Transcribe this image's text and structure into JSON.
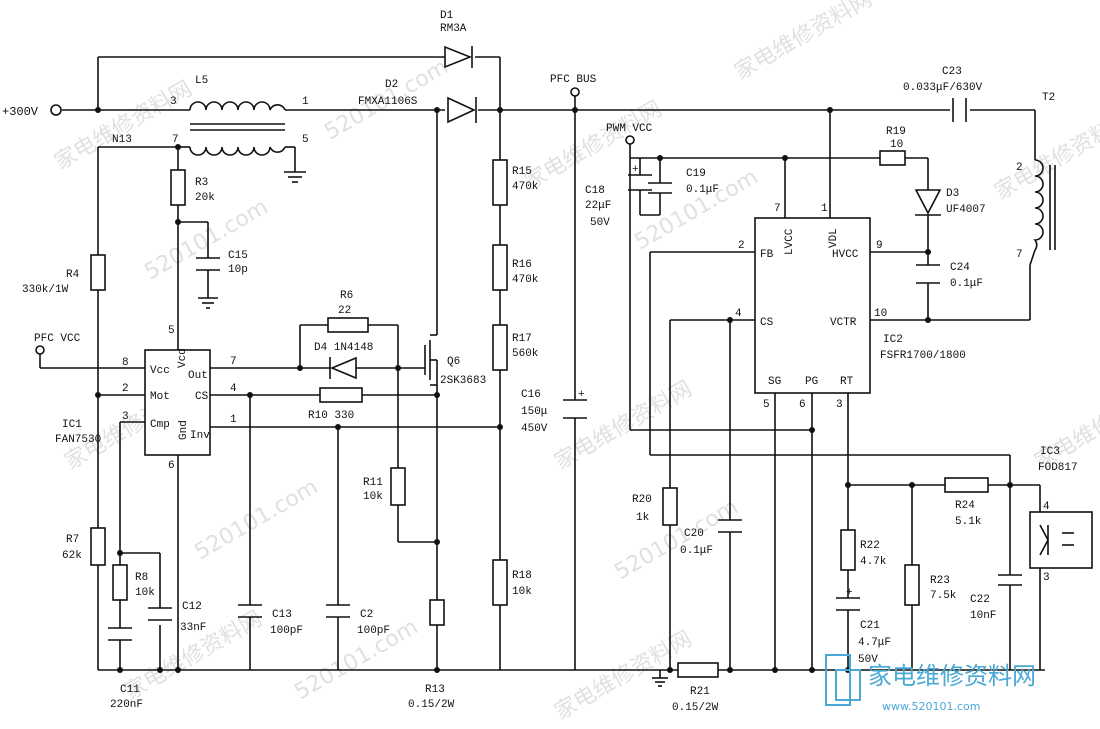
{
  "nodes": {
    "input": "+300V",
    "pfc_bus": "PFC BUS",
    "pwm_vcc": "PWM VCC",
    "pfc_vcc": "PFC VCC"
  },
  "ic1": {
    "ref": "IC1",
    "part": "FAN7530",
    "pins": {
      "vcc": "Vcc",
      "out": "Out",
      "mot": "Mot",
      "cs": "CS",
      "cmp": "Cmp",
      "inv": "Inv",
      "vcd": "Vcd",
      "gnd": "Gnd"
    },
    "nums": {
      "p8": "8",
      "p7": "7",
      "p2": "2",
      "p4": "4",
      "p3": "3",
      "p1": "1",
      "p5": "5",
      "p6": "6"
    }
  },
  "ic2": {
    "ref": "IC2",
    "part": "FSFR1700/1800",
    "pins": {
      "fb": "FB",
      "lvcc": "LVCC",
      "vdl": "VDL",
      "hvcc": "HVCC",
      "cs": "CS",
      "vctr": "VCTR",
      "sg": "SG",
      "pg": "PG",
      "rt": "RT"
    },
    "nums": {
      "p2": "2",
      "p7": "7",
      "p1": "1",
      "p9": "9",
      "p4": "4",
      "p10": "10",
      "p5": "5",
      "p6": "6",
      "p3": "3"
    }
  },
  "ic3": {
    "ref": "IC3",
    "part": "FOD817",
    "p4": "4",
    "p3": "3"
  },
  "l5": {
    "ref": "L5",
    "n3": "3",
    "n1": "1",
    "n7": "7",
    "n5": "5",
    "n13": "N13"
  },
  "t2": {
    "ref": "T2",
    "n2": "2",
    "n7": "7"
  },
  "q6": {
    "ref": "Q6",
    "part": "2SK3683"
  },
  "d1": {
    "ref": "D1",
    "part": "RM3A"
  },
  "d2": {
    "ref": "D2",
    "part": "FMXA1106S"
  },
  "d3": {
    "ref": "D3",
    "part": "UF4007"
  },
  "d4": {
    "label": "D4 1N4148"
  },
  "parts": {
    "r3a": "R3",
    "r3b": "20k",
    "c15a": "C15",
    "c15b": "10p",
    "r4a": "R4",
    "r4b": "330k/1W",
    "r6a": "R6",
    "r6b": "22",
    "r10": "R10  330",
    "r11a": "R11",
    "r11b": "10k",
    "r7a": "R7",
    "r7b": "62k",
    "r8a": "R8",
    "r8b": "10k",
    "c12a": "C12",
    "c12b": "33nF",
    "c11a": "C11",
    "c11b": "220nF",
    "c13a": "C13",
    "c13b": "100pF",
    "c2a": "C2",
    "c2b": "100pF",
    "r13a": "R13",
    "r13b": "0.15/2W",
    "r15a": "R15",
    "r15b": "470k",
    "r16a": "R16",
    "r16b": "470k",
    "r17a": "R17",
    "r17b": "560k",
    "r18a": "R18",
    "r18b": "10k",
    "c16a": "C16",
    "c16b": "150μ",
    "c16c": "450V",
    "c18a": "C18",
    "c18b": "22μF",
    "c18c": "50V",
    "c19a": "C19",
    "c19b": "0.1μF",
    "r19a": "R19",
    "r19b": "10",
    "c23a": "C23",
    "c23b": "0.033μF/630V",
    "c24a": "C24",
    "c24b": "0.1μF",
    "r20a": "R20",
    "r20b": "1k",
    "c20a": "C20",
    "c20b": "0.1μF",
    "r21a": "R21",
    "r21b": "0.15/2W",
    "r22a": "R22",
    "r22b": "4.7k",
    "c21a": "C21",
    "c21b": "4.7μF",
    "c21c": "50V",
    "r23a": "R23",
    "r23b": "7.5k",
    "r24a": "R24",
    "r24b": "5.1k",
    "c22a": "C22",
    "c22b": "10nF"
  },
  "watermark": {
    "site": "520101.com",
    "cn": "家电维修资料网",
    "logo_cn": "家电维修资料网",
    "logo_url": "www.520101.com"
  }
}
